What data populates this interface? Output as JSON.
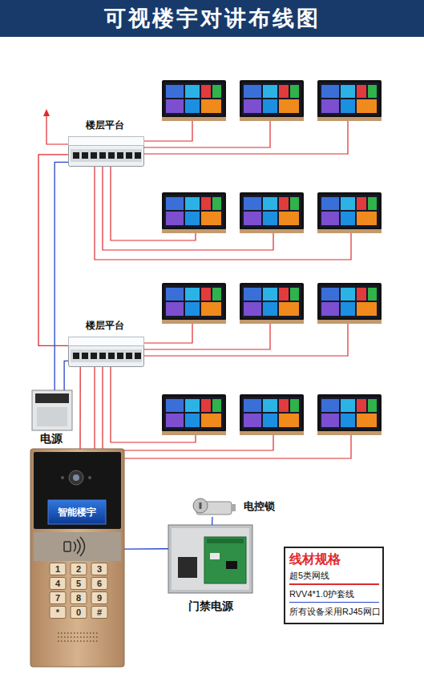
{
  "diagram": {
    "title": "可视楼宇对讲布线图",
    "nodes": [
      {
        "text": [
          "楼层平台"
        ]
      },
      {
        "text": [
          "楼层平台"
        ]
      },
      {
        "text": [
          "电源"
        ]
      },
      {
        "text": [
          "智能楼宇"
        ]
      },
      {
        "text": [
          "电控锁"
        ]
      },
      {
        "text": [
          "门禁电源"
        ]
      }
    ],
    "edges": [
      {
        "from": 1,
        "to": 0,
        "arrow": "none"
      },
      {
        "from": 2,
        "to": 0,
        "arrow": "none"
      },
      {
        "from": 2,
        "to": 1,
        "arrow": "none"
      },
      {
        "from": 3,
        "to": 1,
        "arrow": "none"
      },
      {
        "from": 3,
        "to": 5,
        "arrow": "none"
      },
      {
        "from": 5,
        "to": 4,
        "arrow": "none"
      }
    ],
    "labels": [
      "1",
      "2",
      "3",
      "4",
      "5",
      "6",
      "7",
      "8",
      "9",
      "*",
      "0",
      "#",
      "线材规格"
    ],
    "legend": [
      {
        "text": "超5类网线"
      },
      {
        "text": "RVV4*1.0护套线"
      },
      {
        "text": "所有设备采用RJ45网口"
      }
    ]
  }
}
